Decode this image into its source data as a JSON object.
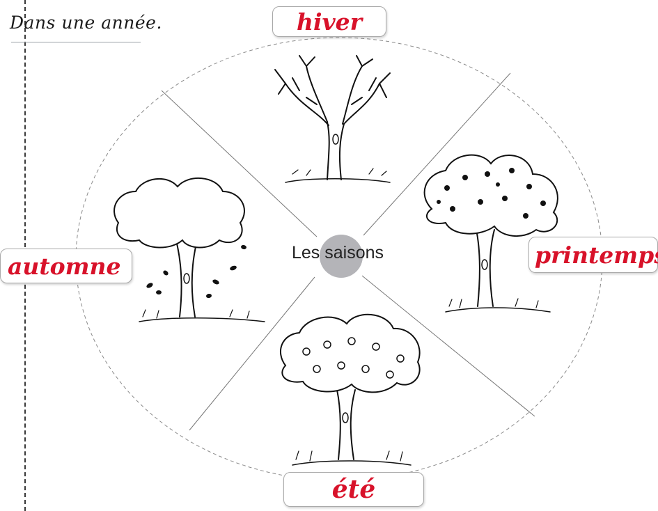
{
  "heading": "Dans une année.",
  "center_label": "Les saisons",
  "seasons": {
    "hiver": "hiver",
    "printemps": "printemps",
    "ete": "été",
    "automne": "automne"
  },
  "colors": {
    "handwriting": "#d8122a",
    "center_disc": "#b4b4b8",
    "ink": "#1a1a1a"
  }
}
